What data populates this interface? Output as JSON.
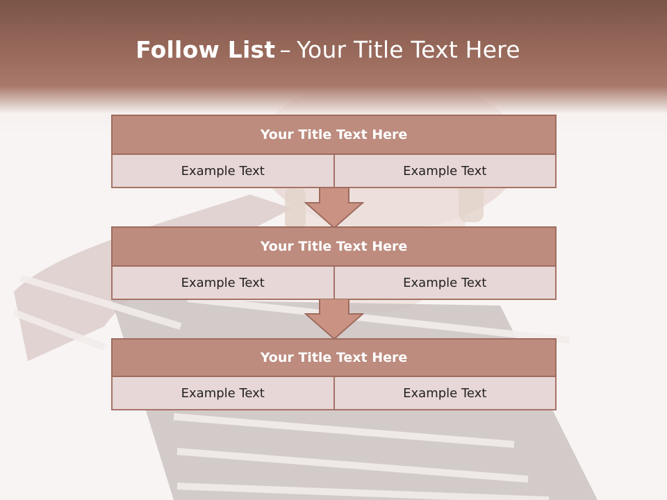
{
  "slide": {
    "title_bold": "Follow List",
    "title_separator": "–",
    "title_rest": "Your Title Text Here"
  },
  "blocks": [
    {
      "title": "Your Title Text Here",
      "left": "Example Text",
      "right": "Example Text"
    },
    {
      "title": "Your Title Text Here",
      "left": "Example Text",
      "right": "Example Text"
    },
    {
      "title": "Your Title Text Here",
      "left": "Example Text",
      "right": "Example Text"
    }
  ],
  "colors": {
    "header": "#9a6b5d",
    "block_title": "#bd8c7f",
    "block_cell": "#e7d7d6",
    "border": "#a67266",
    "arrow": "#c99283"
  }
}
